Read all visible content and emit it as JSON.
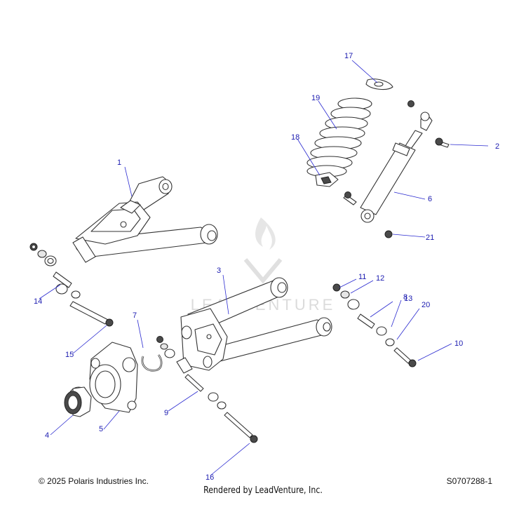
{
  "watermark": {
    "text": "LEADVENTURE"
  },
  "callouts": [
    {
      "id": "1",
      "label": "1"
    },
    {
      "id": "2",
      "label": "2"
    },
    {
      "id": "3",
      "label": "3"
    },
    {
      "id": "4",
      "label": "4"
    },
    {
      "id": "5",
      "label": "5"
    },
    {
      "id": "6",
      "label": "6"
    },
    {
      "id": "7",
      "label": "7"
    },
    {
      "id": "8",
      "label": "8"
    },
    {
      "id": "9",
      "label": "9"
    },
    {
      "id": "10",
      "label": "10"
    },
    {
      "id": "11",
      "label": "11"
    },
    {
      "id": "12",
      "label": "12"
    },
    {
      "id": "13",
      "label": "13"
    },
    {
      "id": "14",
      "label": "14"
    },
    {
      "id": "15",
      "label": "15"
    },
    {
      "id": "16",
      "label": "16"
    },
    {
      "id": "17",
      "label": "17"
    },
    {
      "id": "18",
      "label": "18"
    },
    {
      "id": "19",
      "label": "19"
    },
    {
      "id": "20",
      "label": "20"
    },
    {
      "id": "21",
      "label": "21"
    }
  ],
  "footer": {
    "copyright": "© 2025 Polaris Industries Inc.",
    "rendered_by": "Rendered by LeadVenture, Inc.",
    "diagram_id": "S0707288-1"
  }
}
